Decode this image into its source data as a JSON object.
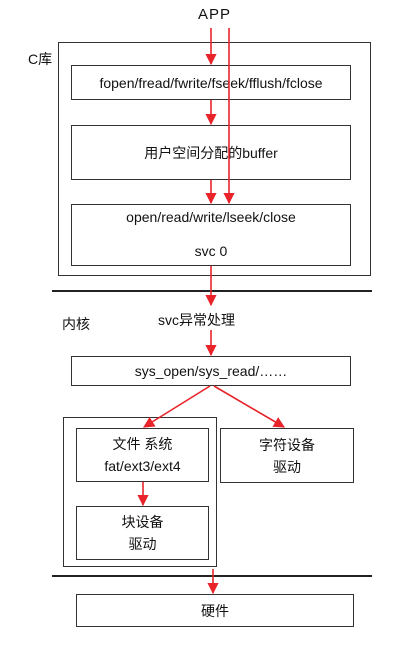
{
  "app": "APP",
  "clib_label": "C库",
  "clib_functions": "fopen/fread/fwrite/fseek/fflush/fclose",
  "user_buffer": "用户空间分配的buffer",
  "syscalls": "open/read/write/lseek/close",
  "svc": "svc 0",
  "kernel_label": "内核",
  "svc_handler": "svc异常处理",
  "sys_calls": "sys_open/sys_read/……",
  "filesystem": {
    "line1": "文件 系统",
    "line2": "fat/ext3/ext4"
  },
  "char_driver": {
    "line1": "字符设备",
    "line2": "驱动"
  },
  "block_driver": {
    "line1": "块设备",
    "line2": "驱动"
  },
  "hardware": "硬件",
  "colors": {
    "arrow": "#e8232a",
    "border": "#333333"
  }
}
